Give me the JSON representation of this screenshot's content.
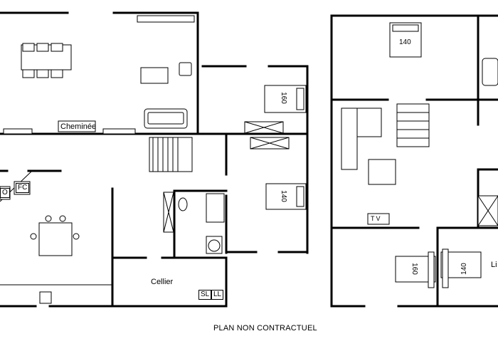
{
  "plan": {
    "caption": "PLAN NON CONTRACTUEL",
    "rooms": {
      "fireplace": "Cheminée",
      "storage": "Cellier"
    },
    "appliances": {
      "fridge": "FC",
      "oven": "O",
      "dryer": "SL",
      "washer": "LL",
      "tv": "TV",
      "partial_label": "Li"
    },
    "beds": {
      "bed_top_left": "160",
      "bed_mid_left": "140",
      "bed_top_right": "140",
      "bed_bottom_right_a": "160",
      "bed_bottom_right_b": "140"
    }
  }
}
